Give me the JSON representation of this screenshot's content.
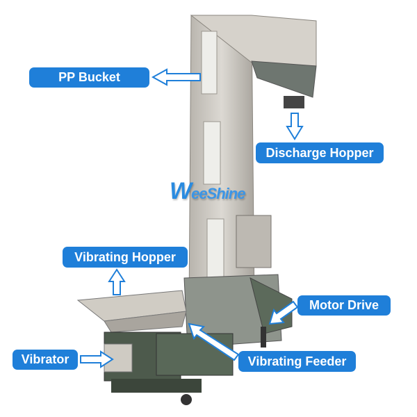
{
  "logo": {
    "text_big": "W",
    "text_rest": "eeShine"
  },
  "labels": {
    "pp_bucket": "PP Bucket",
    "discharge_hopper": "Discharge Hopper",
    "vibrating_hopper": "Vibrating Hopper",
    "motor_drive": "Motor Drive",
    "vibrator": "Vibrator",
    "vibrating_feeder": "Vibrating Feeder"
  },
  "colors": {
    "label_bg": "#1f7fd9",
    "arrow_stroke": "#1f7fd9",
    "steel": "#c9c6c0",
    "green": "#4d5a4c"
  }
}
